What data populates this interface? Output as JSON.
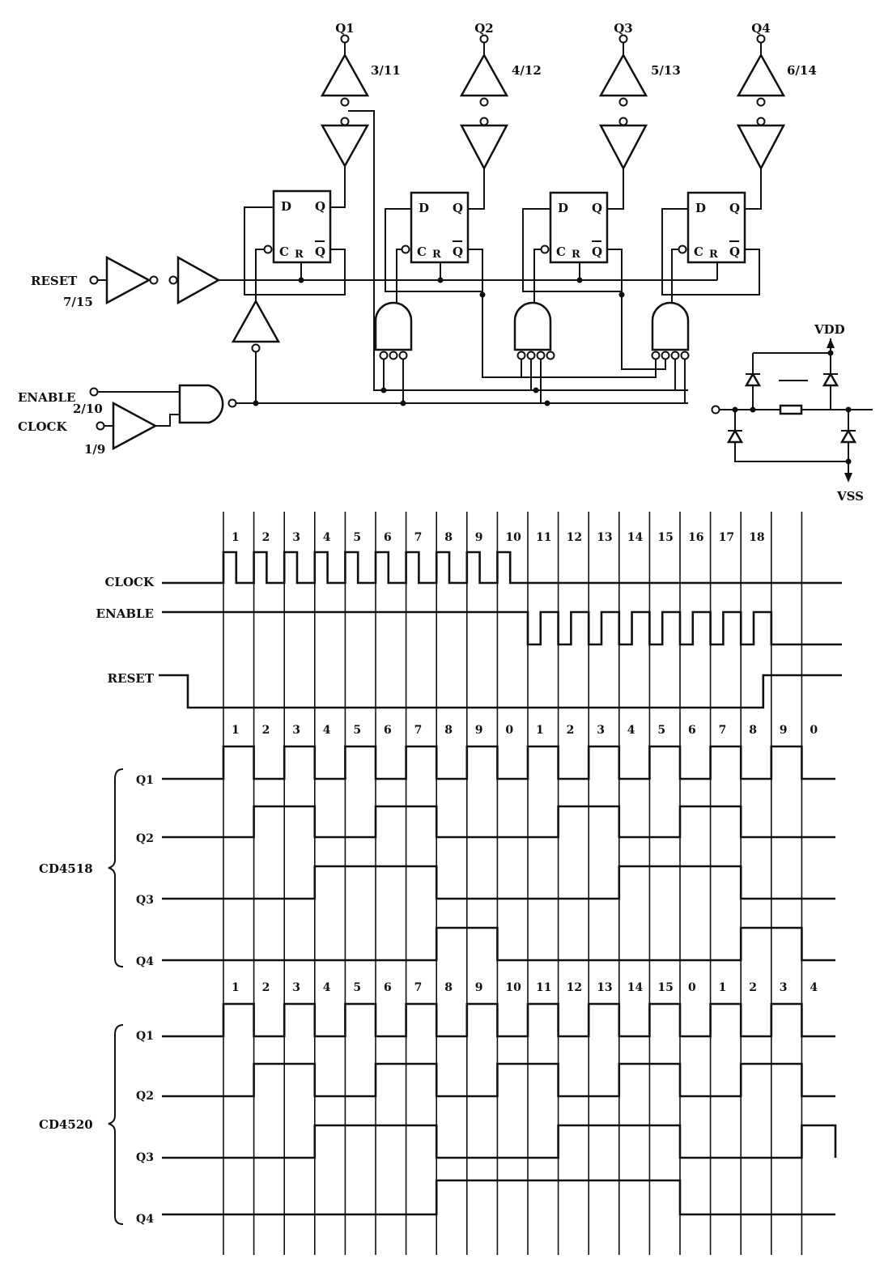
{
  "circuit": {
    "outputs": [
      {
        "name": "Q1",
        "pins": "3/11"
      },
      {
        "name": "Q2",
        "pins": "4/12"
      },
      {
        "name": "Q3",
        "pins": "5/13"
      },
      {
        "name": "Q4",
        "pins": "6/14"
      }
    ],
    "ff_labels": {
      "d": "D",
      "q": "Q",
      "c": "C",
      "r": "R",
      "qbar": "Q"
    },
    "inputs": {
      "reset": {
        "name": "RESET",
        "pins": "7/15"
      },
      "enable": {
        "name": "ENABLE",
        "pins": "2/10"
      },
      "clock": {
        "name": "CLOCK",
        "pins": "1/9"
      }
    },
    "protection": {
      "vdd": "VDD",
      "vss": "VSS"
    }
  },
  "timing": {
    "clock_pulses": [
      "1",
      "2",
      "3",
      "4",
      "5",
      "6",
      "7",
      "8",
      "9",
      "10",
      "11",
      "12",
      "13",
      "14",
      "15",
      "16",
      "17",
      "18"
    ],
    "signals": {
      "clock": "CLOCK",
      "enable": "ENABLE",
      "reset": "RESET"
    },
    "cd4518": {
      "name": "CD4518",
      "counts": [
        "1",
        "2",
        "3",
        "4",
        "5",
        "6",
        "7",
        "8",
        "9",
        "0",
        "1",
        "2",
        "3",
        "4",
        "5",
        "6",
        "7",
        "8",
        "9",
        "0"
      ],
      "outputs": [
        "Q1",
        "Q2",
        "Q3",
        "Q4"
      ]
    },
    "cd4520": {
      "name": "CD4520",
      "counts": [
        "1",
        "2",
        "3",
        "4",
        "5",
        "6",
        "7",
        "8",
        "9",
        "10",
        "11",
        "12",
        "13",
        "14",
        "15",
        "0",
        "1",
        "2",
        "3",
        "4"
      ],
      "outputs": [
        "Q1",
        "Q2",
        "Q3",
        "Q4"
      ]
    }
  }
}
